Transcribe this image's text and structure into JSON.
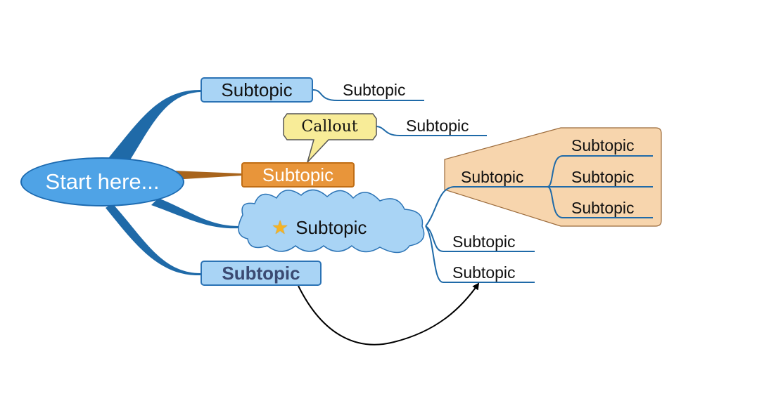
{
  "central": {
    "label": "Start here..."
  },
  "callout": {
    "label": "Callout"
  },
  "branches": [
    {
      "label": "Subtopic",
      "children": [
        {
          "label": "Subtopic"
        }
      ]
    },
    {
      "label": "Subtopic",
      "callout_child": {
        "label": "Subtopic"
      }
    },
    {
      "label": "Subtopic",
      "icon": "star-icon",
      "children": [
        {
          "label": "Subtopic",
          "children": [
            {
              "label": "Subtopic"
            },
            {
              "label": "Subtopic"
            },
            {
              "label": "Subtopic"
            }
          ]
        },
        {
          "label": "Subtopic"
        },
        {
          "label": "Subtopic"
        }
      ]
    },
    {
      "label": "Subtopic"
    }
  ],
  "colors": {
    "branch_blue": "#1f6aa8",
    "branch_orange": "#a8641c",
    "central_fill": "#4fa3e6",
    "topic_fill": "#a9d4f5",
    "orange_topic_fill": "#e8953a",
    "callout_fill": "#f8ec98",
    "boundary_fill": "#f7d5ad",
    "relationship_arrow": "#000000"
  }
}
